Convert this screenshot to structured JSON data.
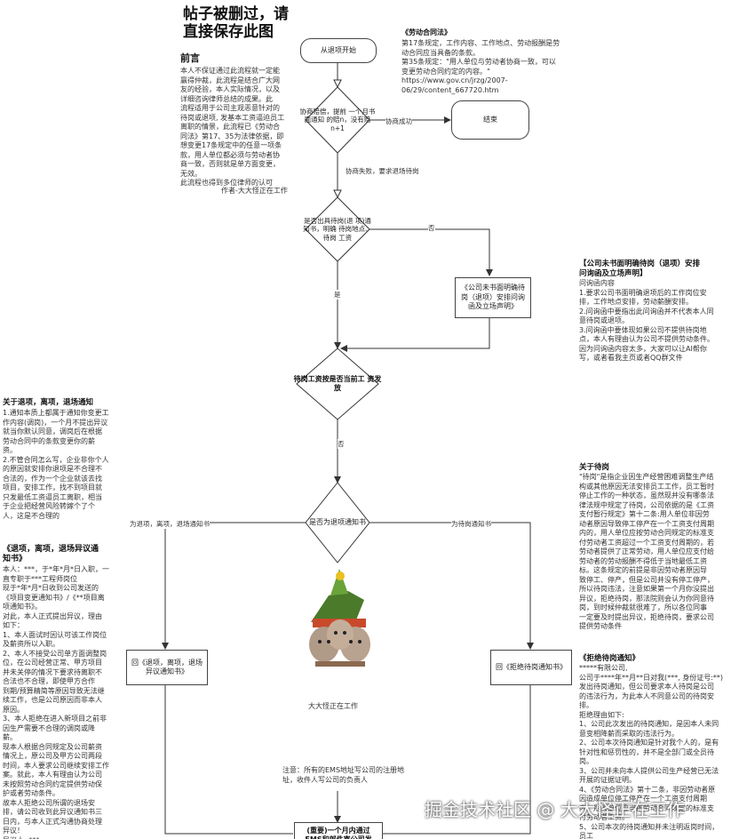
{
  "header": {
    "title_line1": "帖子被删过，请",
    "title_line2": "直接保存此图"
  },
  "preface": {
    "heading": "前言",
    "body": "本人不保证通过此流程就一定能\n赢得仲裁，此流程是结合广大网\n友的经验，本人实际情况，以及\n详细咨询律师总结的成果。此\n流程适用于公司主观恶意针对的\n待岗或退项, 发基本工资逼迫员工\n离职的情景，此流程已《劳动合\n同法》第17、35为法律依据，即\n想变更17条规定中的任意一项条\n款，用人单位都必须与劳动者协\n商一致，否则就是单方面变更，\n无效。\n此流程也得到多位律师的认可",
    "author": "作者-大大怪正在工作"
  },
  "labor_law": {
    "heading": "《劳动合同法》",
    "body": "第17条规定，工作内容、工作地点、劳动报酬是劳\n动合同应当具备的条款。\n第35条规定：\"用人单位与劳动者协商一致，可以\n变更劳动合同约定的内容。\"\nhttps://www.gov.cn/jrzg/2007-\n06/29/content_667720.htm"
  },
  "flow": {
    "start": "从退项开始",
    "d1": "协商赔偿，提前\n一个月书面通知\n的赔n，没有赔\nn+1",
    "end": "结束",
    "d1_yes": "协商成功",
    "d1_no": "协商失败，要求退场待岗",
    "d2": "是否出具待岗(退\n项)通知书，明确\n待岗地点、待岗\n工资",
    "d2_no": "否",
    "d2_yes": "是",
    "box_letter": "《公司未书面明确待\n岗（退项）安排问询\n函及立场声明》",
    "d3": "待岗工资按是否当前工\n资发放",
    "d3_no": "否",
    "d4": "是否为退项通知书",
    "d4_left": "为退项，离项，退场通知书",
    "d4_right": "为待岗通知书",
    "box_left": "回《退项，离项，退场\n异议通知书》",
    "box_right": "回《拒绝待岗通知书》",
    "mascot_caption": "大大怪正在工作",
    "note": "注意：所有的EMS地址写公司的注册地\n址，收件人写公司的负责人",
    "bottom_box": "(重要)一个月内通过\nEMS和邮件寄公司发"
  },
  "inquiry": {
    "heading": "【公司未书面明确待岗（退项）安排\n问询函及立场声明】",
    "body": "问询函内容\n1.要求公司书面明确退项后的工作岗位安\n排，工作地点安排，劳动薪酬安排。\n2.问询函中要指出此问询函并不代表本人同\n意待岗或退项。\n3.问询函中要体现如果公司不提供待岗地\n点，本人有理由认为公司不提供劳动条件。\n因为问询函内容太多，大家可以让AI帮你\n写，或者看我主页或者QQ群文件"
  },
  "notice_left": {
    "heading": "关于退项，离项，退场通知",
    "body": "1.通知本质上都属于通知你变更工\n作内容(调岗)，一个月不提出异议\n就当你默认同意，调岗后在根据\n劳动合同中的条款变更你的薪\n资。\n2.不管合同怎么写，企业非你个人\n的原因就安排你退项是不合理不\n合法的，作为一个企业就该去找\n项目，安排工作，找不到项目就\n只发最低工资逼员工离职，相当\n于企业把经营风险转嫁个了个\n人，这是不合理的"
  },
  "objection": {
    "heading": "《退项，离项，退场异议通\n知书》",
    "body": "本人：***，于*年*月*日入职，一\n直专职于***工程师岗位\n现于*年*月*日收到公司发送的\n《项目变更通知书》/《**项目离\n项通知书》。\n对此，本人正式提出异议，理由\n如下：\n1、本人面试时因认可该工作岗位\n及薪资所以入职。\n2、本人不接受公司单方面调整岗\n位，在公司经营正常、甲方项目\n并未关停的情况下要求待离职不\n合法也不合理，即使甲方合作\n到期/预算精简等原因导致无法继\n续工作，也是公司原因而非本人\n原因。\n3、本人拒绝在进入新项目之前非\n因生产需要不合理的调岗或降\n薪。\n现本人根据合同规定及公司薪资\n情况上，原公司及甲方公司两段\n时间，本人要求公司继续安排工作\n案。就此，本人有理由认为公司\n未按照劳动合同约定提供劳动保\n护或者劳动条件。\n故本人拒绝公司所谓的退场安\n排，请公司收到此异议通知书三\n日内，与本人正式沟通协商处理\n异议！\n异议人: ***"
  },
  "daigang": {
    "heading": "关于待岗",
    "body": "\"待岗\"是指企业因生产经营困难调整生产结\n构或其他原因无法安排员工工作，员工暂时\n停止工作的一种状态，虽然现并没有哪条法\n律法规中规定了待岗，公司依据的是《工资\n支付暂行规定》第十二条:用人单位非因劳\n动者原因导致停工停产在一个工资支付周期\n内的，用人单位应按劳动合同规定的标准支\n付劳动者工资超过一个工资支付周期的，若\n劳动者提供了正常劳动，用人单位应支付给\n劳动者的劳动报酬不得低于当地最低工资\n标。这条规定的前提是非因劳动者原因导\n致停工、停产，但是公司并没有停工停产，\n所以待岗违法，注意如果第一个月你没提出\n异议，拒绝待岗，那法院则会认为你同意待\n岗，到时候仲裁就很难了，所以各位同事\n一定要及时提出异议，拒绝待岗，要求公司\n提供劳动条件"
  },
  "refuse": {
    "heading": "《拒绝待岗通知》",
    "body": "*****有限公司,\n公司于****年**月**日对我(***, 身份证号:**)\n发出待岗通知，但公司要求本人待岗是公司\n的违法行为，为此本人不同意公司的待岗安\n排。\n拒绝理由如下:\n1、公司此次发出的待岗通知，是因本人未同\n意变相降薪而采取的违法行为。\n2、公司本次待岗通知是针对我个人的，是有\n针对性和惩罚性的，并不是全部门或全员待\n岗。\n3、公司并未向本人提供公司生产经营已无法\n开展的证据证明。\n4、《劳动合同法》第十二条，非因劳动者原\n因造成单位停工停产在一个工资支付周期\n内，用人单位应当按劳动合同规定的标准支\n付劳动者工资。\n5、公司本次的待岗通知并未注明返岗时间，\n员工"
  },
  "watermark": "掘金技术社区 @ 大大怪正在工作"
}
